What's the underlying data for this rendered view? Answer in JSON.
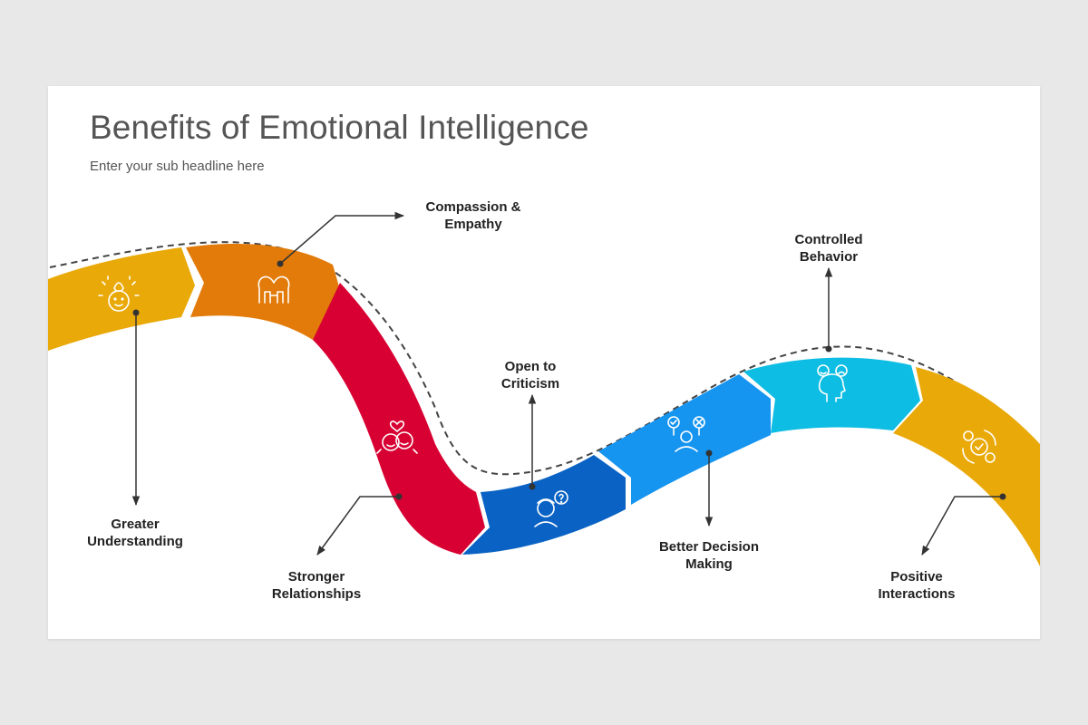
{
  "slide": {
    "title": "Benefits of Emotional Intelligence",
    "subtitle": "Enter your sub headline here"
  },
  "benefits": [
    {
      "label": "Greater\nUnderstanding",
      "icon": "lightbulb-head-icon",
      "color": "#e9a908"
    },
    {
      "label": "Compassion &\nEmpathy",
      "icon": "heart-hands-icon",
      "color": "#e27b09"
    },
    {
      "label": "Stronger\nRelationships",
      "icon": "two-faces-heart-icon",
      "color": "#d80032"
    },
    {
      "label": "Open to\nCriticism",
      "icon": "question-person-icon",
      "color": "#0a63c4"
    },
    {
      "label": "Better Decision\nMaking",
      "icon": "decision-person-icon",
      "color": "#1594f0"
    },
    {
      "label": "Controlled\nBehavior",
      "icon": "emotion-head-icon",
      "color": "#0dbde3"
    },
    {
      "label": "Positive\nInteractions",
      "icon": "people-cycle-icon",
      "color": "#e9a908"
    }
  ]
}
